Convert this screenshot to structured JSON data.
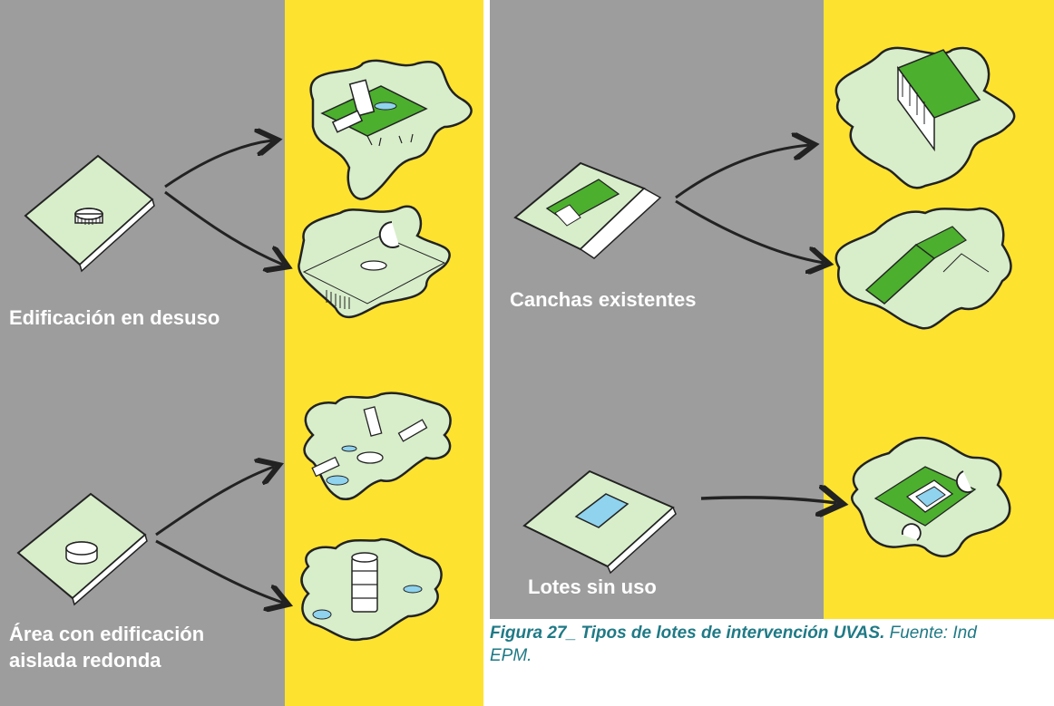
{
  "labels": {
    "building_unused": "Edificación en desuso",
    "area_round_line1": "Área con edificación",
    "area_round_line2": "aislada redonda",
    "existing_courts": "Canchas existentes",
    "unused_lots": "Lotes sin uso"
  },
  "caption": {
    "bold": "Figura 27_ Tipos de lotes de intervención UVAS.",
    "rest": " Fuente: Ind",
    "line2": "EPM."
  },
  "colors": {
    "gray_panel": "#9d9d9d",
    "yellow_panel": "#fde32f",
    "lot_fill": "#d8eecb",
    "green": "#4caf2e",
    "water": "#8fd3ee",
    "caption": "#1f7a86"
  }
}
